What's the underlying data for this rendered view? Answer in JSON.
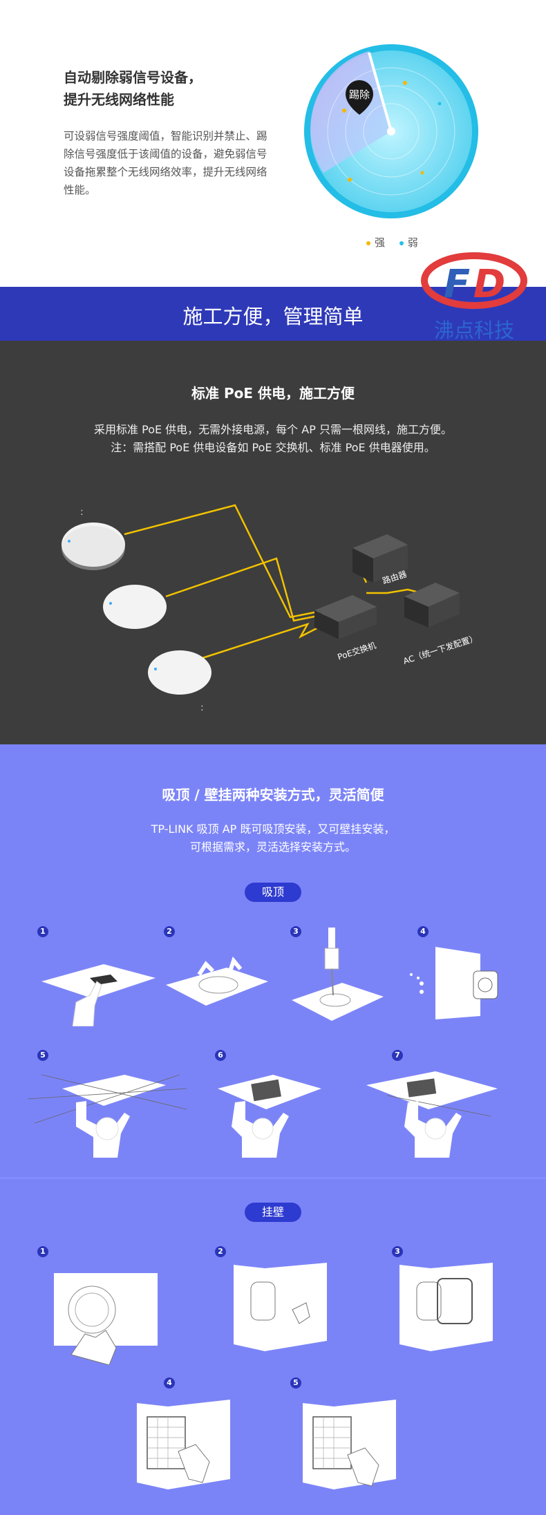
{
  "feature1": {
    "title_line1": "自动剔除弱信号设备，",
    "title_line2": "提升无线网络性能",
    "desc": "可设弱信号强度阈值，智能识别并禁止、踢除信号强度低于该阈值的设备，避免弱信号设备拖累整个无线网络效率，提升无线网络性能。",
    "radar_label": "踢除",
    "legend_strong": "强",
    "legend_weak": "弱",
    "colors": {
      "strong": "#f5b800",
      "weak": "#26c2e6"
    }
  },
  "banner": {
    "title": "施工方便，管理简单"
  },
  "watermark": {
    "text": "沸点科技"
  },
  "poe": {
    "title": "标准 PoE 供电，施工方便",
    "desc_line1": "采用标准 PoE 供电，无需外接电源，每个 AP 只需一根网线，施工方便。",
    "desc_line2": "注：需搭配 PoE 供电设备如 PoE 交换机、标准 PoE 供电器使用。",
    "router_label": "路由器",
    "switch_label": "PoE交换机",
    "ac_label": "AC（统一下发配置）"
  },
  "install": {
    "title": "吸顶 / 壁挂两种安装方式，灵活简便",
    "desc_line1": "TP-LINK 吸顶 AP 既可吸顶安装，又可壁挂安装，",
    "desc_line2": "可根据需求，灵活选择安装方式。",
    "ceiling_label": "吸顶",
    "wall_label": "挂壁",
    "ceiling_steps": [
      "1",
      "2",
      "3",
      "4",
      "5",
      "6",
      "7"
    ],
    "wall_steps": [
      "1",
      "2",
      "3",
      "4",
      "5"
    ]
  }
}
